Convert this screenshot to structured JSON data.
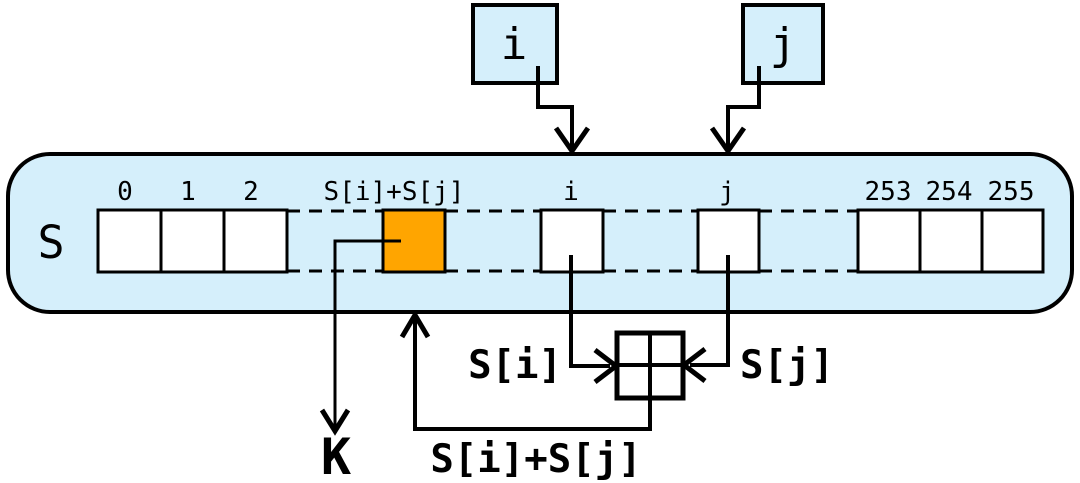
{
  "diagram_title": "RC4 PRGA state array diagram",
  "colors": {
    "background": "#FFFFFF",
    "container_fill": "#D5EFFB",
    "highlight_fill": "#FFA500",
    "cell_fill": "#FFFFFF",
    "line": "#000000"
  },
  "pointer_boxes": {
    "i": "i",
    "j": "j"
  },
  "array": {
    "name": "S",
    "index_labels": {
      "left": [
        "0",
        "1",
        "2"
      ],
      "highlight": "S[i]+S[j]",
      "i": "i",
      "j": "j",
      "right": [
        "253",
        "254",
        "255"
      ]
    }
  },
  "bottom": {
    "si": "S[i]",
    "sj": "S[j]",
    "sum": "S[i]+S[j]",
    "output": "K"
  }
}
